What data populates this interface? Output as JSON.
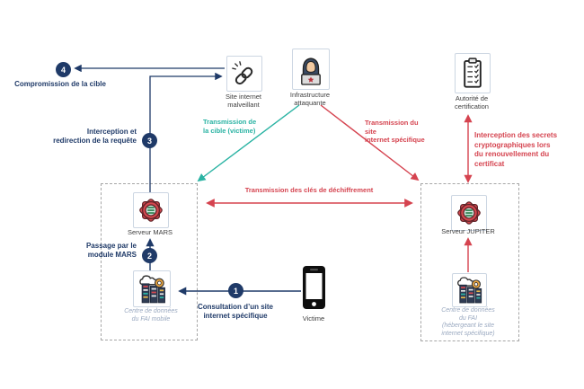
{
  "colors": {
    "navy": "#1f3a68",
    "teal": "#2ab3a3",
    "red": "#d5434f",
    "muted_caption": "#9aa9c0",
    "caption_dark": "#3e3e3e"
  },
  "nodes": {
    "malicious_site": {
      "icon": "chain-icon",
      "lines": [
        "Site internet",
        "malveillant"
      ]
    },
    "attacker": {
      "icon": "hacker-icon",
      "lines": [
        "Infrastructure",
        "attaquante"
      ]
    },
    "cert_authority": {
      "icon": "clipboard-icon",
      "lines": [
        "Autorité de",
        "certification"
      ]
    },
    "mars_server": {
      "icon": "gear-icon",
      "label": "Serveur MARS"
    },
    "jupiter_server": {
      "icon": "gear-icon",
      "label": "Serveur JUPITER"
    },
    "mobile_isp_datacenter": {
      "icon": "datacenter-icon",
      "lines": [
        "Centre de données",
        "du FAI mobile"
      ]
    },
    "isp_datacenter": {
      "icon": "datacenter-icon",
      "lines": [
        "Centre de données",
        "du FAI",
        "(hébergeant le site",
        "internet spécifique)"
      ]
    },
    "victim": {
      "icon": "phone-icon",
      "label": "Victime"
    }
  },
  "steps": [
    {
      "num": "1",
      "lines": [
        "Consultation d’un site",
        "internet spécifique"
      ]
    },
    {
      "num": "2",
      "lines": [
        "Passage par le",
        "module MARS"
      ]
    },
    {
      "num": "3",
      "lines": [
        "Interception et",
        "redirection de la requête"
      ]
    },
    {
      "num": "4",
      "lines": [
        "Compromission de la cible"
      ]
    }
  ],
  "flows": {
    "target_transmission": {
      "color": "teal",
      "lines": [
        "Transmission de",
        "la cible (victime)"
      ]
    },
    "site_transmission": {
      "color": "red",
      "lines": [
        "Transmission du site",
        "internet spécifique"
      ]
    },
    "keys_transmission": {
      "color": "red",
      "label": "Transmission des clés de déchiffrement"
    },
    "secrets_interception": {
      "color": "red",
      "lines": [
        "Interception des secrets",
        "cryptographiques lors",
        "du renouvellement du",
        "certificat"
      ]
    }
  }
}
